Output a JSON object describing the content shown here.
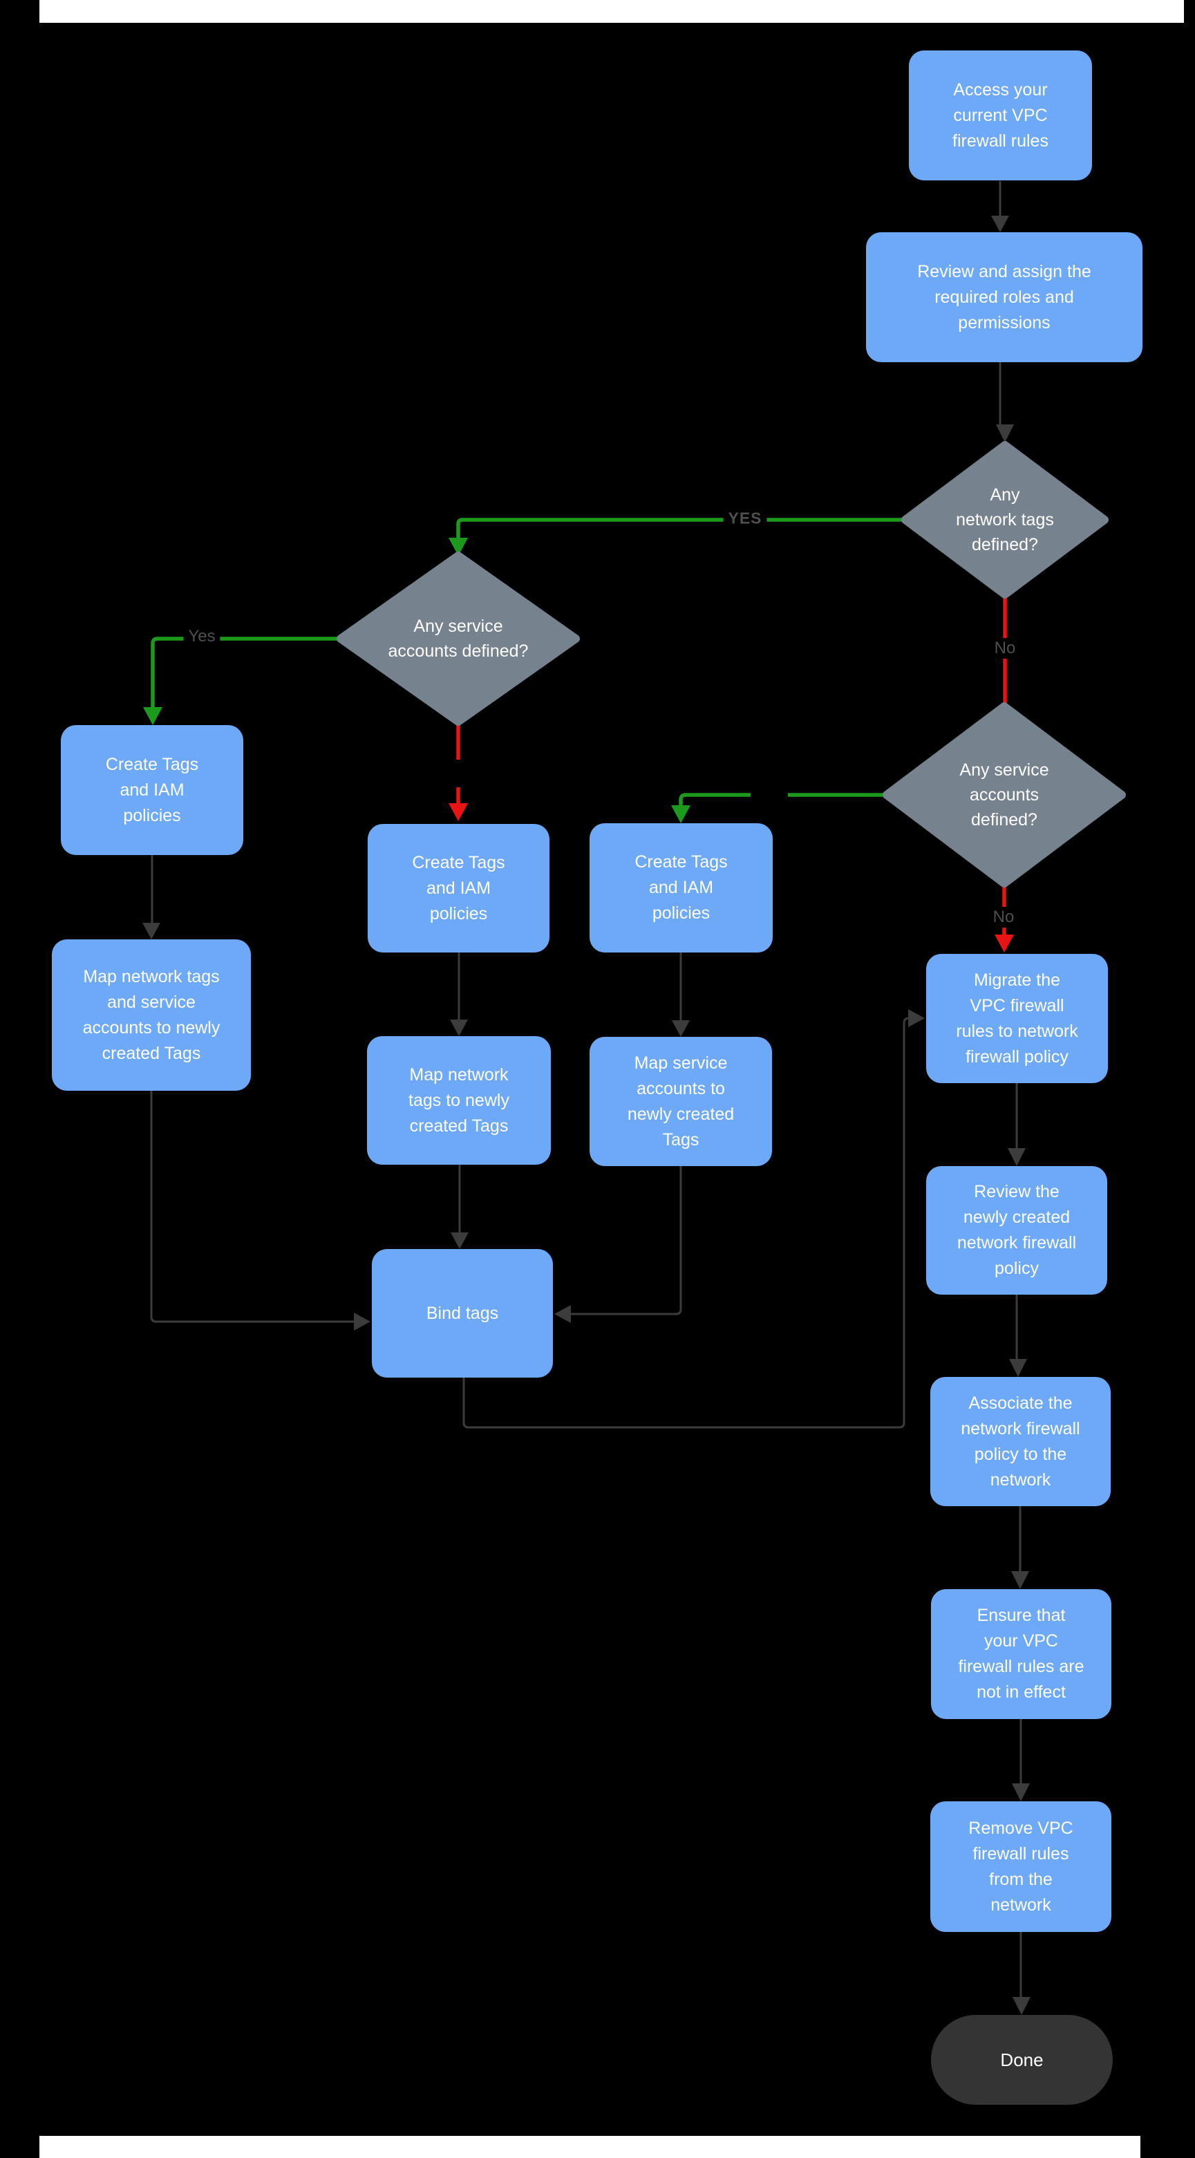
{
  "page": {
    "background": "#000000",
    "margin_color": "#FFFFFF"
  },
  "colors": {
    "process_fill": "#6DA9F6",
    "decision_fill": "#76828E",
    "terminator_fill": "#343434",
    "connector": "#3C3C3C",
    "yes_branch": "#1B9A1B",
    "no_branch": "#E81313",
    "node_text": "#FFFFFF",
    "edge_label_text": "#4F4F4F"
  },
  "flowchart": {
    "nodes": {
      "access": {
        "type": "process",
        "label": "Access your\ncurrent VPC\nfirewall rules"
      },
      "review_roles": {
        "type": "process",
        "label": "Review and assign the\nrequired roles and\npermissions"
      },
      "decision_network_tags": {
        "type": "decision",
        "label": "Any\nnetwork tags\ndefined?"
      },
      "decision_service_left": {
        "type": "decision",
        "label": "Any service\naccounts defined?"
      },
      "decision_service_right": {
        "type": "decision",
        "label": "Any service\naccounts\ndefined?"
      },
      "create_tags_left": {
        "type": "process",
        "label": "Create Tags\nand IAM\npolicies"
      },
      "create_tags_mid": {
        "type": "process",
        "label": "Create Tags\nand IAM\npolicies"
      },
      "create_tags_right": {
        "type": "process",
        "label": "Create Tags\nand IAM\npolicies"
      },
      "map_both": {
        "type": "process",
        "label": "Map network tags\nand service\naccounts to newly\ncreated Tags"
      },
      "map_network": {
        "type": "process",
        "label": "Map network\ntags to newly\ncreated Tags"
      },
      "map_service": {
        "type": "process",
        "label": "Map service\naccounts  to\nnewly created\nTags"
      },
      "bind_tags": {
        "type": "process",
        "label": "Bind tags"
      },
      "migrate": {
        "type": "process",
        "label": "Migrate the\nVPC firewall\nrules to network\nfirewall policy"
      },
      "review_policy": {
        "type": "process",
        "label": "Review the\nnewly created\nnetwork firewall\npolicy"
      },
      "associate": {
        "type": "process",
        "label": "Associate the\nnetwork firewall\npolicy to the\nnetwork"
      },
      "ensure": {
        "type": "process",
        "label": "Ensure that\nyour VPC\nfirewall rules are\nnot in effect"
      },
      "remove": {
        "type": "process",
        "label": "Remove  VPC\nfirewall rules\nfrom the\nnetwork"
      },
      "done": {
        "type": "terminator",
        "label": "Done"
      }
    },
    "edge_labels": {
      "yes_network_tags": "YES",
      "yes_service_left": "Yes",
      "no_network_tags": "No",
      "no_service_right": "No"
    }
  }
}
